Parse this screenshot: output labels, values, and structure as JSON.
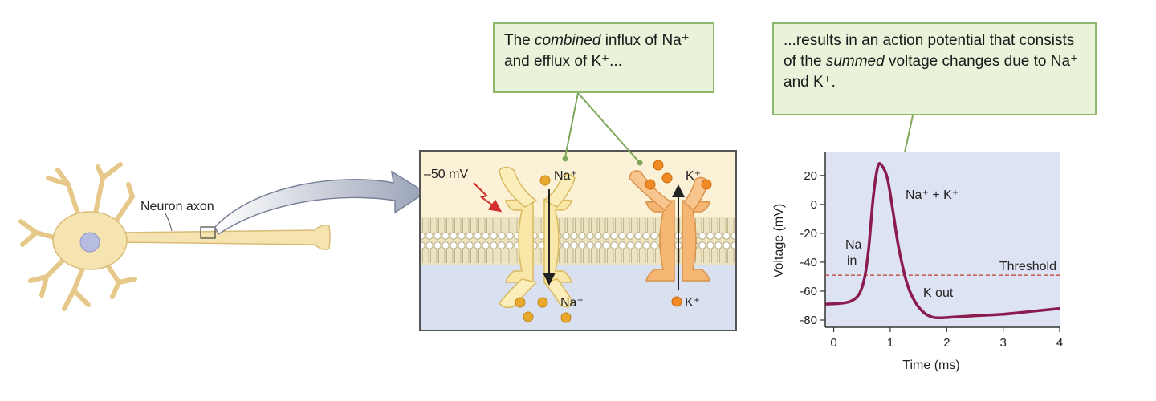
{
  "neuron": {
    "axon_label": "Neuron axon"
  },
  "membrane": {
    "voltage": "–50 mV",
    "na_top": "Na⁺",
    "na_bottom": "Na⁺",
    "k_top": "K⁺",
    "k_bottom": "K⁺"
  },
  "callouts": {
    "left": {
      "before": "The ",
      "emph": "combined",
      "after": " influx of Na⁺ and efflux of K⁺..."
    },
    "right": {
      "before": "...results in an action potential that consists of the ",
      "emph": "summed",
      "after": " voltage changes due to Na⁺ and K⁺."
    }
  },
  "chart_data": {
    "type": "line",
    "xlabel": "Time (ms)",
    "ylabel": "Voltage (mV)",
    "xlim": [
      -0.15,
      4
    ],
    "ylim": [
      -85,
      36
    ],
    "xticks": [
      0,
      1,
      2,
      3,
      4
    ],
    "yticks": [
      20,
      0,
      -20,
      -40,
      -60,
      -80
    ],
    "threshold": {
      "label": "Threshold",
      "value": -49
    },
    "series": [
      {
        "x": [
          -0.15,
          0.1,
          0.3,
          0.45,
          0.55,
          0.62,
          0.7,
          0.78,
          0.85,
          0.95,
          1.05,
          1.15,
          1.3,
          1.45,
          1.6,
          1.75,
          1.9,
          2.1,
          2.5,
          3.0,
          3.5,
          4.0
        ],
        "y": [
          -69,
          -68.5,
          -67,
          -62,
          -50,
          -30,
          5,
          26,
          27,
          18,
          -5,
          -30,
          -55,
          -68,
          -75,
          -78,
          -78.5,
          -78,
          -77,
          -76,
          -74,
          -72
        ]
      }
    ],
    "annotations": {
      "peak": "Na⁺ + K⁺",
      "na_in_1": "Na",
      "na_in_2": "in",
      "k_out": "K out"
    },
    "colors": {
      "trace": "#8b1a4d",
      "threshold": "#c0392b",
      "background": "#dde3f2"
    }
  }
}
